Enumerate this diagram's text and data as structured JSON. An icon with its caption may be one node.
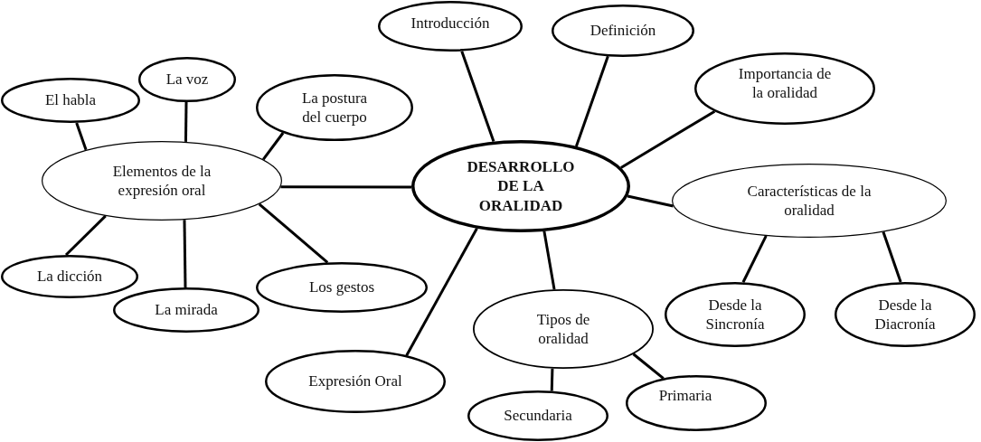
{
  "diagram": {
    "nodes": [
      {
        "text": [
          "Introducción"
        ]
      },
      {
        "text": [
          "Definición"
        ]
      },
      {
        "text": [
          "La voz"
        ]
      },
      {
        "text": [
          "El habla"
        ]
      },
      {
        "text": [
          "La postura del cuerpo"
        ]
      },
      {
        "text": [
          "Importancia de la oralidad"
        ]
      },
      {
        "text": [
          "Elementos de la expresión oral"
        ]
      },
      {
        "text": [
          "DESARROLLO DE LA ORALIDAD"
        ]
      },
      {
        "text": [
          "Características de la oralidad"
        ]
      },
      {
        "text": [
          "La dicción"
        ]
      },
      {
        "text": [
          "Los gestos"
        ]
      },
      {
        "text": [
          "La mirada"
        ]
      },
      {
        "text": [
          "Desde la Sincronía"
        ]
      },
      {
        "text": [
          "Desde la Diacronía"
        ]
      },
      {
        "text": [
          "Tipos de oralidad"
        ]
      },
      {
        "text": [
          "Expresión Oral"
        ]
      },
      {
        "text": [
          "Primaria"
        ]
      },
      {
        "text": [
          "Secundaria"
        ]
      }
    ],
    "edges": [
      {
        "from": 7,
        "to": 0,
        "arrow": "none"
      },
      {
        "from": 7,
        "to": 1,
        "arrow": "none"
      },
      {
        "from": 7,
        "to": 5,
        "arrow": "none"
      },
      {
        "from": 7,
        "to": 8,
        "arrow": "none"
      },
      {
        "from": 7,
        "to": 14,
        "arrow": "none"
      },
      {
        "from": 7,
        "to": 15,
        "arrow": "none"
      },
      {
        "from": 7,
        "to": 6,
        "arrow": "none"
      },
      {
        "from": 8,
        "to": 12,
        "arrow": "none"
      },
      {
        "from": 8,
        "to": 13,
        "arrow": "none"
      },
      {
        "from": 14,
        "to": 17,
        "arrow": "none"
      },
      {
        "from": 14,
        "to": 16,
        "arrow": "none"
      },
      {
        "from": 6,
        "to": 3,
        "arrow": "none"
      },
      {
        "from": 6,
        "to": 2,
        "arrow": "none"
      },
      {
        "from": 6,
        "to": 4,
        "arrow": "none"
      },
      {
        "from": 6,
        "to": 9,
        "arrow": "none"
      },
      {
        "from": 6,
        "to": 11,
        "arrow": "none"
      },
      {
        "from": 6,
        "to": 10,
        "arrow": "none"
      }
    ]
  }
}
